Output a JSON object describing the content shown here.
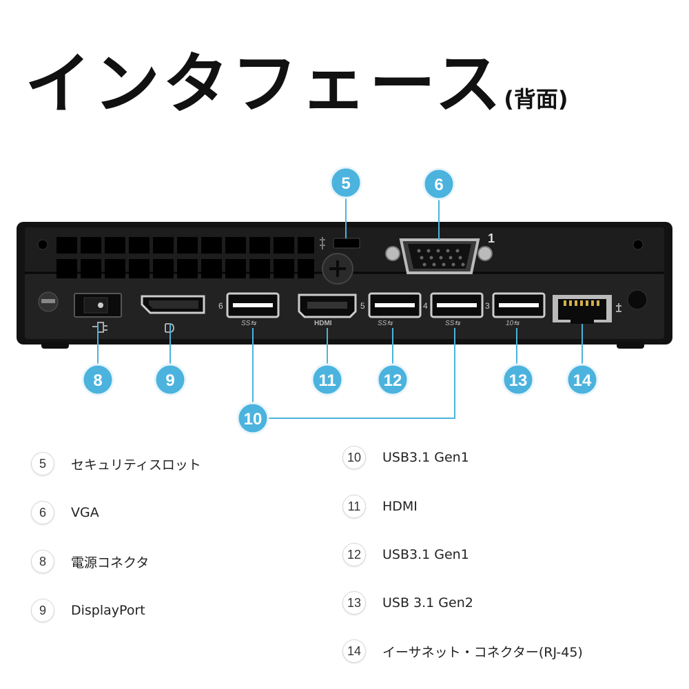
{
  "title": {
    "main": "インタフェース",
    "sub": "(背面)"
  },
  "figure": {
    "callouts": [
      "5",
      "6",
      "8",
      "9",
      "10",
      "11",
      "12",
      "13",
      "14"
    ],
    "panel": {
      "vga_number": "1",
      "port_numbers": [
        "6",
        "5",
        "4",
        "3"
      ],
      "port_marks": [
        "SS⇆",
        "HDMI",
        "SS⇆",
        "SS⇆",
        "10⇆"
      ]
    },
    "colors": {
      "callout": "#4bb3dd",
      "callout_text": "#ffffff",
      "chassis": "#1a1a1a",
      "leader": "#4bb3dd"
    }
  },
  "legend": {
    "left": [
      {
        "num": "5",
        "label": "セキュリティスロット"
      },
      {
        "num": "6",
        "label": "VGA"
      },
      {
        "num": "8",
        "label": "電源コネクタ"
      },
      {
        "num": "9",
        "label": "DisplayPort"
      }
    ],
    "right": [
      {
        "num": "10",
        "label": "USB3.1 Gen1"
      },
      {
        "num": "11",
        "label": "HDMI"
      },
      {
        "num": "12",
        "label": "USB3.1 Gen1"
      },
      {
        "num": "13",
        "label": "USB 3.1 Gen2"
      },
      {
        "num": "14",
        "label": "イーサネット・コネクター(RJ-45)"
      }
    ]
  }
}
